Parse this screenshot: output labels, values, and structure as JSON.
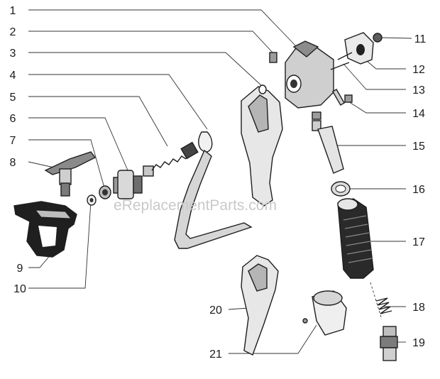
{
  "callouts": [
    {
      "id": "c1",
      "label": "1"
    },
    {
      "id": "c2",
      "label": "2"
    },
    {
      "id": "c3",
      "label": "3"
    },
    {
      "id": "c4",
      "label": "4"
    },
    {
      "id": "c5",
      "label": "5"
    },
    {
      "id": "c6",
      "label": "6"
    },
    {
      "id": "c7",
      "label": "7"
    },
    {
      "id": "c8",
      "label": "8"
    },
    {
      "id": "c9",
      "label": "9"
    },
    {
      "id": "c10",
      "label": "10"
    },
    {
      "id": "c11",
      "label": "11"
    },
    {
      "id": "c12",
      "label": "12"
    },
    {
      "id": "c13",
      "label": "13"
    },
    {
      "id": "c14",
      "label": "14"
    },
    {
      "id": "c15",
      "label": "15"
    },
    {
      "id": "c16",
      "label": "16"
    },
    {
      "id": "c17",
      "label": "17"
    },
    {
      "id": "c18",
      "label": "18"
    },
    {
      "id": "c19",
      "label": "19"
    },
    {
      "id": "c20",
      "label": "20"
    },
    {
      "id": "c21",
      "label": "21"
    }
  ],
  "watermark": "eReplacementParts.com",
  "colors": {
    "line": "#1e1e1e",
    "fill_light": "#e6e6e6",
    "fill_mid": "#b4b4b4",
    "fill_dark": "#6a6a6a",
    "watermark": "#c9c9c9"
  }
}
